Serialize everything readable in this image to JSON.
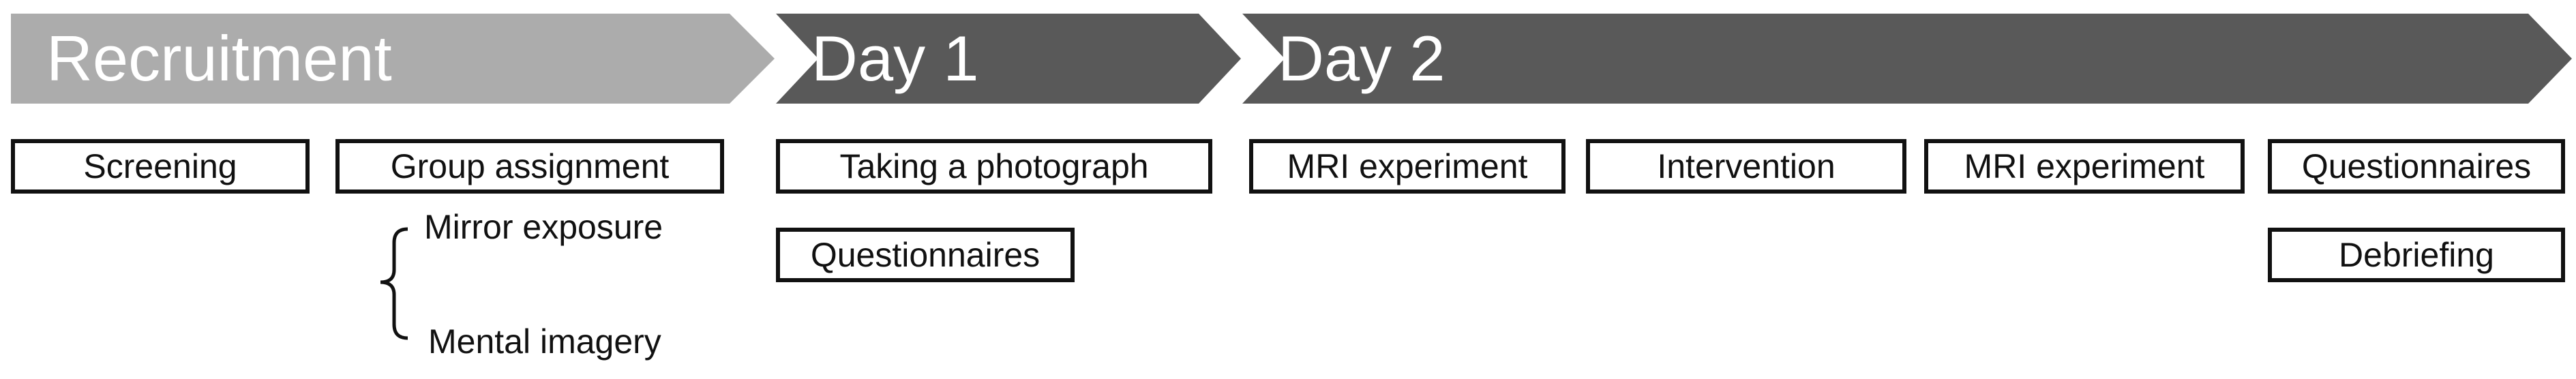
{
  "phases": [
    {
      "label": "Recruitment",
      "color": "#acacac"
    },
    {
      "label": "Day 1",
      "color": "#595959"
    },
    {
      "label": "Day 2",
      "color": "#595959"
    }
  ],
  "recruitment": {
    "screening": "Screening",
    "group_assignment": "Group assignment",
    "groups": [
      "Mirror exposure",
      "Mental imagery"
    ]
  },
  "day1": {
    "steps": [
      "Taking a photograph",
      "Questionnaires"
    ]
  },
  "day2": {
    "steps": [
      "MRI experiment",
      "Intervention",
      "MRI experiment",
      "Questionnaires",
      "Debriefing"
    ]
  },
  "colors": {
    "box_border": "#111111",
    "text": "#111111",
    "arrow_text": "#ffffff"
  }
}
